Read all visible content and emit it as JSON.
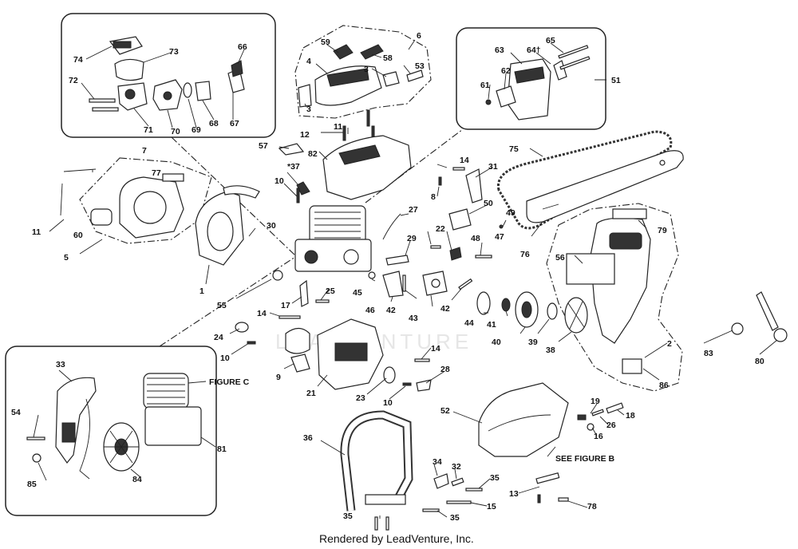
{
  "diagram": {
    "labels": {
      "p1": "1",
      "p2": "2",
      "p3a": "3",
      "p3b": "3",
      "p4": "4",
      "p5": "5",
      "p6": "6",
      "p7": "7",
      "p8": "8",
      "p9": "9",
      "p10a": "10",
      "p10b": "10",
      "p10c": "10",
      "p11a": "11",
      "p11b": "11",
      "p12": "12",
      "p13": "13",
      "p14a": "14",
      "p14b": "14",
      "p14c": "14",
      "p15": "15",
      "p16": "16",
      "p17": "17",
      "p18": "18",
      "p19": "19",
      "p21": "21",
      "p22": "22",
      "p23": "23",
      "p24": "24",
      "p25": "25",
      "p26": "26",
      "p27": "27",
      "p28": "28",
      "p29": "29",
      "p30": "30",
      "p31": "31",
      "p32": "32",
      "p33": "33",
      "p34": "34",
      "p35a": "35",
      "p35b": "35",
      "p35c": "35",
      "p36": "36",
      "p37": "*37",
      "p38": "38",
      "p39": "39",
      "p40": "40",
      "p41": "41",
      "p42a": "42",
      "p42b": "42",
      "p43": "43",
      "p44": "44",
      "p45": "45",
      "p46": "46",
      "p47": "47",
      "p48": "48",
      "p49": "49",
      "p50": "50",
      "p51": "51",
      "p52": "52",
      "p53": "53",
      "p54": "54",
      "p55": "55",
      "p56": "56",
      "p57": "57",
      "p58": "58",
      "p59": "59",
      "p60": "60",
      "p61": "61",
      "p62": "62",
      "p63": "63",
      "p64": "64†",
      "p65": "65",
      "p66": "66",
      "p67": "67",
      "p68": "68",
      "p69": "69",
      "p70": "70",
      "p71": "71",
      "p72": "72",
      "p73": "73",
      "p74": "74",
      "p75": "75",
      "p76": "76",
      "p77": "77",
      "p78": "78",
      "p79": "79",
      "p80": "80",
      "p81": "81",
      "p82": "82",
      "p83": "83",
      "p84": "84",
      "p85": "85",
      "p86": "86"
    },
    "figure_c": "FIGURE C",
    "figure_b": "SEE FIGURE B",
    "watermark": "LEADVENTURE",
    "footer": "Rendered by LeadVenture, Inc."
  }
}
